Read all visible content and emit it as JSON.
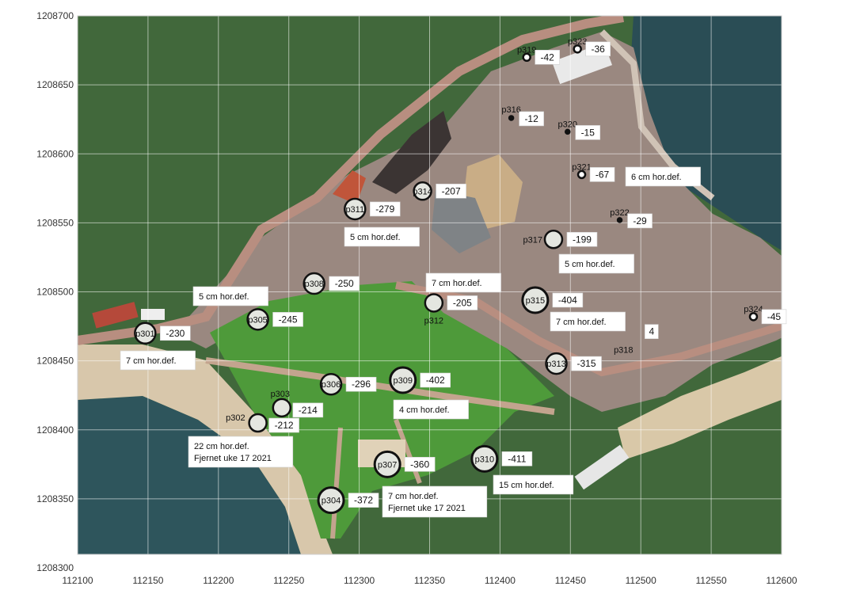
{
  "map": {
    "x_ticks": [
      "112100",
      "112150",
      "112200",
      "112250",
      "112300",
      "112350",
      "112400",
      "112450",
      "112500",
      "112550",
      "112600"
    ],
    "y_ticks": [
      "1208700",
      "1208650",
      "1208600",
      "1208550",
      "1208500",
      "1208450",
      "1208400",
      "1208350",
      "1208300"
    ],
    "x_range": [
      112100,
      112600
    ],
    "y_range": [
      1208300,
      1208700
    ],
    "colors": {
      "forest": "#3f6b3a",
      "field": "#4f9a3a",
      "road": "#b88e80",
      "water": "#254a52",
      "sand": "#d8c7ab",
      "gravel": "#8d7f76",
      "grid": "#ffffff",
      "marker_fill": "#e4e6e0",
      "marker_stroke": "#111111"
    },
    "points": [
      {
        "id": "p301",
        "label": "p301",
        "x": 112148,
        "y": 1208470,
        "value": "-230",
        "size": "large"
      },
      {
        "id": "p302",
        "label": "p302",
        "x": 112228,
        "y": 1208405,
        "value": "-212",
        "size": "medium"
      },
      {
        "id": "p303",
        "label": "p303",
        "x": 112245,
        "y": 1208416,
        "value": "-214",
        "size": "medium"
      },
      {
        "id": "p304",
        "label": "p304",
        "x": 112280,
        "y": 1208349,
        "value": "-372",
        "size": "xlarge"
      },
      {
        "id": "p305",
        "label": "p305",
        "x": 112228,
        "y": 1208480,
        "value": "-245",
        "size": "large"
      },
      {
        "id": "p306",
        "label": "p306",
        "x": 112280,
        "y": 1208433,
        "value": "-296",
        "size": "large"
      },
      {
        "id": "p307",
        "label": "p307",
        "x": 112320,
        "y": 1208375,
        "value": "-360",
        "size": "xlarge"
      },
      {
        "id": "p308",
        "label": "p308",
        "x": 112268,
        "y": 1208506,
        "value": "-250",
        "size": "large"
      },
      {
        "id": "p309",
        "label": "p309",
        "x": 112331,
        "y": 1208436,
        "value": "-402",
        "size": "xlarge"
      },
      {
        "id": "p310",
        "label": "p310",
        "x": 112389,
        "y": 1208379,
        "value": "-411",
        "size": "xlarge"
      },
      {
        "id": "p311",
        "label": "p311",
        "x": 112297,
        "y": 1208560,
        "value": "-279",
        "size": "large"
      },
      {
        "id": "p312",
        "label": "p312",
        "x": 112353,
        "y": 1208492,
        "value": "-205",
        "size": "medium"
      },
      {
        "id": "p313",
        "label": "p313",
        "x": 112440,
        "y": 1208448,
        "value": "-315",
        "size": "large"
      },
      {
        "id": "p314",
        "label": "p314",
        "x": 112345,
        "y": 1208573,
        "value": "-207",
        "size": "medium"
      },
      {
        "id": "p315",
        "label": "p315",
        "x": 112425,
        "y": 1208494,
        "value": "-404",
        "size": "xlarge"
      },
      {
        "id": "p316",
        "label": "p316",
        "x": 112408,
        "y": 1208626,
        "value": "-12",
        "size": "dot"
      },
      {
        "id": "p317",
        "label": "p317",
        "x": 112438,
        "y": 1208538,
        "value": "-199",
        "size": "medium"
      },
      {
        "id": "p318",
        "label": "p318",
        "x": 112486,
        "y": 1208458,
        "value": "4",
        "size": "none"
      },
      {
        "id": "p319",
        "label": "p319",
        "x": 112419,
        "y": 1208670,
        "value": "-42",
        "size": "small"
      },
      {
        "id": "p320",
        "label": "p320",
        "x": 112448,
        "y": 1208616,
        "value": "-15",
        "size": "dot"
      },
      {
        "id": "p321",
        "label": "p321",
        "x": 112458,
        "y": 1208585,
        "value": "-67",
        "size": "small"
      },
      {
        "id": "p322",
        "label": "p322",
        "x": 112485,
        "y": 1208552,
        "value": "-29",
        "size": "dot"
      },
      {
        "id": "p323",
        "label": "p323",
        "x": 112455,
        "y": 1208676,
        "value": "-36",
        "size": "small"
      },
      {
        "id": "p324",
        "label": "p324",
        "x": 112580,
        "y": 1208482,
        "value": "-45",
        "size": "small"
      }
    ],
    "notes": [
      {
        "id": "note-p301",
        "lines": [
          "7 cm hor.def."
        ]
      },
      {
        "id": "note-p305",
        "lines": [
          "5 cm hor.def."
        ]
      },
      {
        "id": "note-p311",
        "lines": [
          "5 cm hor.def."
        ]
      },
      {
        "id": "note-p312",
        "lines": [
          "7 cm hor.def."
        ]
      },
      {
        "id": "note-p302",
        "lines": [
          "22 cm hor.def.",
          "Fjernet uke 17 2021"
        ]
      },
      {
        "id": "note-p309",
        "lines": [
          "4 cm hor.def."
        ]
      },
      {
        "id": "note-p307",
        "lines": [
          "7 cm hor.def.",
          "Fjernet uke 17 2021"
        ]
      },
      {
        "id": "note-p310",
        "lines": [
          "15 cm hor.def."
        ]
      },
      {
        "id": "note-p317",
        "lines": [
          "5 cm hor.def."
        ]
      },
      {
        "id": "note-p315",
        "lines": [
          "7 cm hor.def."
        ]
      },
      {
        "id": "note-p321",
        "lines": [
          "6 cm hor.def."
        ]
      }
    ]
  }
}
